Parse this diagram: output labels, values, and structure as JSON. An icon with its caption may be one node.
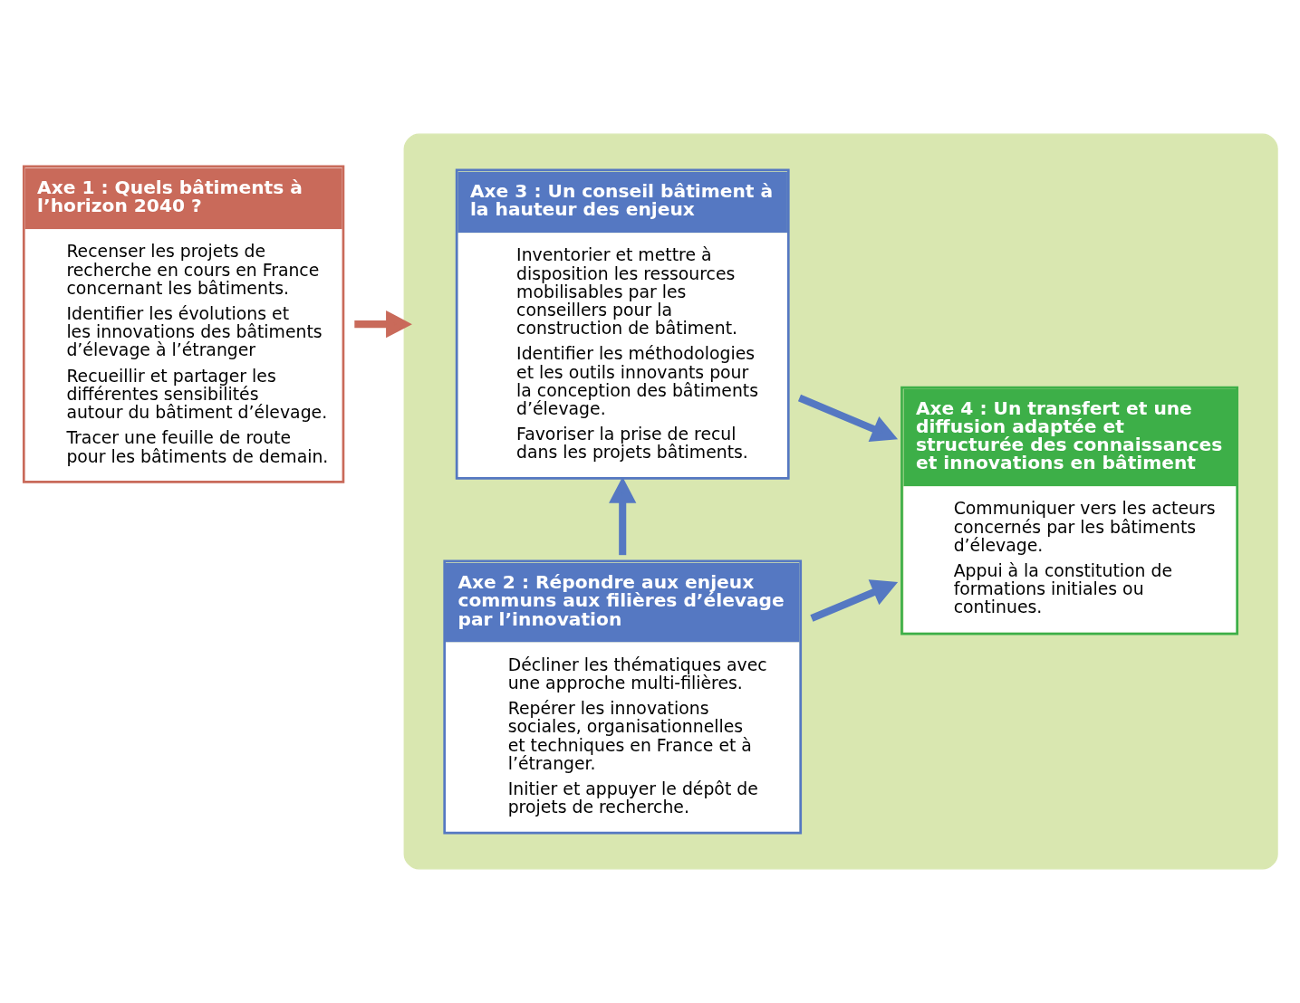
{
  "diagram": {
    "nodes": [
      {
        "text": [
          "Axe 1 : Quels bâtiments à l’horizon 2040 ?",
          "Recenser les projets de recherche en cours en France concernant les bâtiments.",
          "Identifier les évolutions et les innovations des bâtiments d’élevage à l’étranger",
          "Recueillir et partager les différentes sensibilités autour du bâtiment d’élevage.",
          "Tracer une feuille de route pour les bâtiments de demain."
        ]
      },
      {
        "text": [],
        "shape": "box"
      },
      {
        "text": [
          "Axe 2 : Répondre aux enjeux communs aux filières d’élevage par l’innovation",
          "Décliner les thématiques avec une approche multi-filières.",
          "Repérer les innovations sociales, organisationnelles et techniques en France et à l’étranger.",
          "Initier et appuyer le dépôt de projets de recherche."
        ],
        "in": 1
      },
      {
        "text": [
          "Axe 3 : Un conseil bâtiment à la hauteur des enjeux",
          "Inventorier et mettre à disposition les ressources mobilisables par les conseillers pour la construction de bâtiment.",
          "Identifier les méthodologies et les outils innovants pour la conception des bâtiments d’élevage.",
          "Favoriser la prise de recul dans les projets bâtiments."
        ],
        "in": 1
      },
      {
        "text": [
          "Axe 4 : Un transfert et une diffusion adaptée et structurée des connaissances et innovations en bâtiment",
          "Communiquer vers les acteurs concernés par les bâtiments d’élevage.",
          "Appui à la constitution de formations initiales ou continues."
        ],
        "in": 1
      }
    ],
    "edges": [
      {
        "from": 0,
        "to": 1,
        "arrow": "to",
        "color": "#c96a5a"
      },
      {
        "from": 2,
        "to": 3,
        "arrow": "to"
      },
      {
        "from": 2,
        "to": 4,
        "arrow": "to"
      },
      {
        "from": 3,
        "to": 4,
        "arrow": "to"
      }
    ]
  }
}
